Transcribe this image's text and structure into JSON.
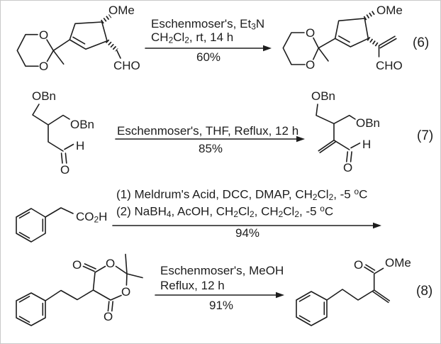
{
  "figure": {
    "background": "#ffffff",
    "ink": "#1d1d1d"
  },
  "reactions": [
    {
      "number": "(6)",
      "conditions": {
        "line1": "Eschenmoser's, Et~3~N",
        "line2": "CH~2~Cl~2~, rt, 14 h",
        "yield": "60%"
      },
      "reactant": {
        "ome": "OMe",
        "o_top": "O",
        "o_bottom": "O",
        "cho": "CHO"
      },
      "product": {
        "ome": "OMe",
        "o_top": "O",
        "o_bottom": "O",
        "cho": "CHO"
      }
    },
    {
      "number": "(7)",
      "conditions": {
        "line1": "Eschenmoser's, THF, Reflux, 12 h",
        "yield": "85%"
      },
      "reactant": {
        "obn_top": "OBn",
        "obn_right": "OBn",
        "h": "H",
        "o": "O"
      },
      "product": {
        "obn_top": "OBn",
        "obn_right": "OBn",
        "h": "H",
        "o": "O"
      }
    },
    {
      "conditions": {
        "line1": "(1) Meldrum's Acid, DCC, DMAP, CH~2~Cl~2~, -5 ^o^C",
        "line2": "(2) NaBH~4~, AcOH, CH~2~Cl~2~, CH~2~Cl~2~, -5 ^o^C",
        "yield": "94%"
      },
      "reactant": {
        "co2h": "CO~2~H"
      }
    },
    {
      "number": "(8)",
      "conditions": {
        "line1": "Eschenmoser's, MeOH",
        "line2": "Reflux, 12 h",
        "yield": "91%"
      },
      "reactant": {
        "o_exo_top": "O",
        "o_ring_top": "O",
        "o_ring_right": "O",
        "o_exo_bottom": "O"
      },
      "product": {
        "o": "O",
        "ome": "OMe"
      }
    }
  ]
}
